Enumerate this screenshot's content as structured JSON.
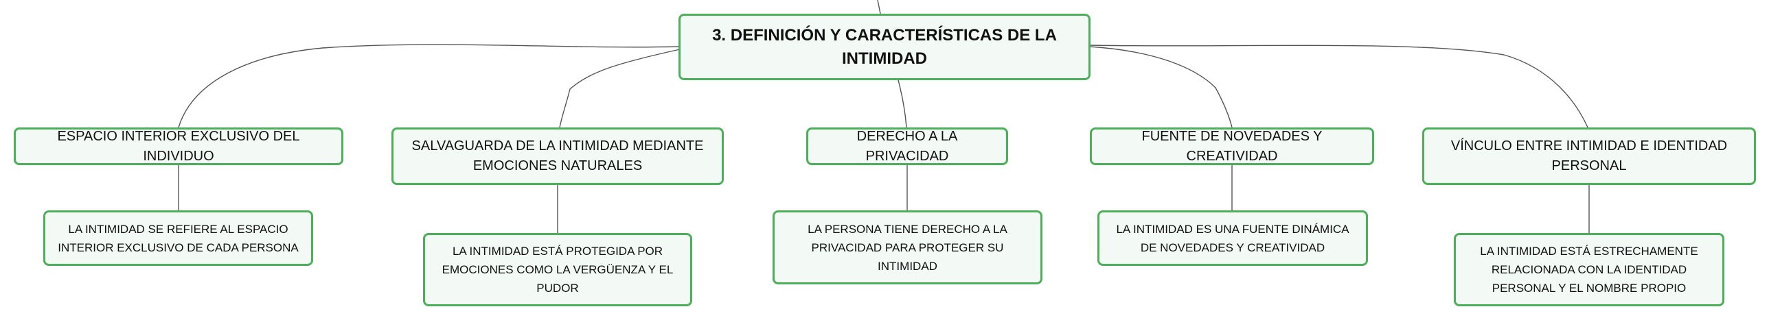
{
  "colors": {
    "node_border": "#4caf5a",
    "node_fill": "#f3f9f4",
    "connector": "#555555",
    "text": "#111111"
  },
  "root": {
    "title": "3. DEFINICIÓN Y CARACTERÍSTICAS DE LA INTIMIDAD"
  },
  "branches": [
    {
      "label": "ESPACIO INTERIOR EXCLUSIVO DEL INDIVIDUO",
      "detail": "LA INTIMIDAD SE REFIERE AL ESPACIO INTERIOR EXCLUSIVO DE CADA PERSONA"
    },
    {
      "label": "SALVAGUARDA DE LA INTIMIDAD MEDIANTE EMOCIONES NATURALES",
      "detail": "LA INTIMIDAD ESTÁ PROTEGIDA POR EMOCIONES COMO LA VERGÜENZA Y EL PUDOR"
    },
    {
      "label": "DERECHO A LA PRIVACIDAD",
      "detail": "LA PERSONA TIENE DERECHO A LA PRIVACIDAD PARA PROTEGER SU INTIMIDAD"
    },
    {
      "label": "FUENTE DE NOVEDADES Y CREATIVIDAD",
      "detail": "LA INTIMIDAD ES UNA FUENTE DINÁMICA DE NOVEDADES Y CREATIVIDAD"
    },
    {
      "label": "VÍNCULO ENTRE INTIMIDAD E IDENTIDAD PERSONAL",
      "detail": "LA INTIMIDAD ESTÁ ESTRECHAMENTE RELACIONADA CON LA IDENTIDAD PERSONAL Y EL NOMBRE PROPIO"
    }
  ]
}
